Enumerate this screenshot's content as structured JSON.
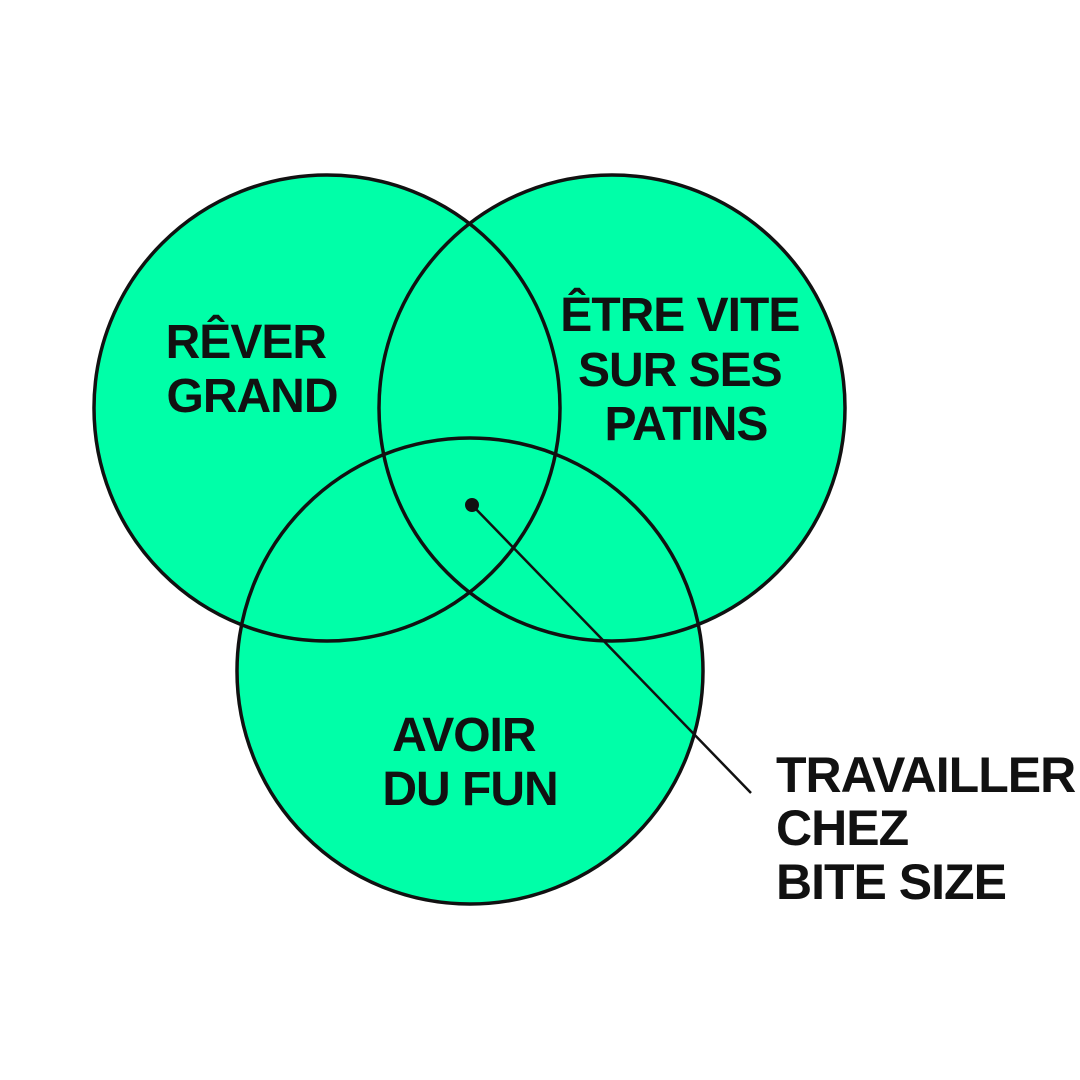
{
  "colors": {
    "background": "#ffffff",
    "circle_fill": "#00ffa8",
    "stroke": "#111111",
    "text": "#111111"
  },
  "circles": [
    {
      "lines": [
        "RÊVER",
        "GRAND"
      ]
    },
    {
      "lines": [
        "ÊTRE VITE",
        "SUR SES",
        "PATINS"
      ]
    },
    {
      "lines": [
        "AVOIR",
        "DU FUN"
      ]
    }
  ],
  "callout": {
    "lines": [
      "TRAVAILLER",
      "CHEZ",
      "BITE SIZE"
    ]
  }
}
